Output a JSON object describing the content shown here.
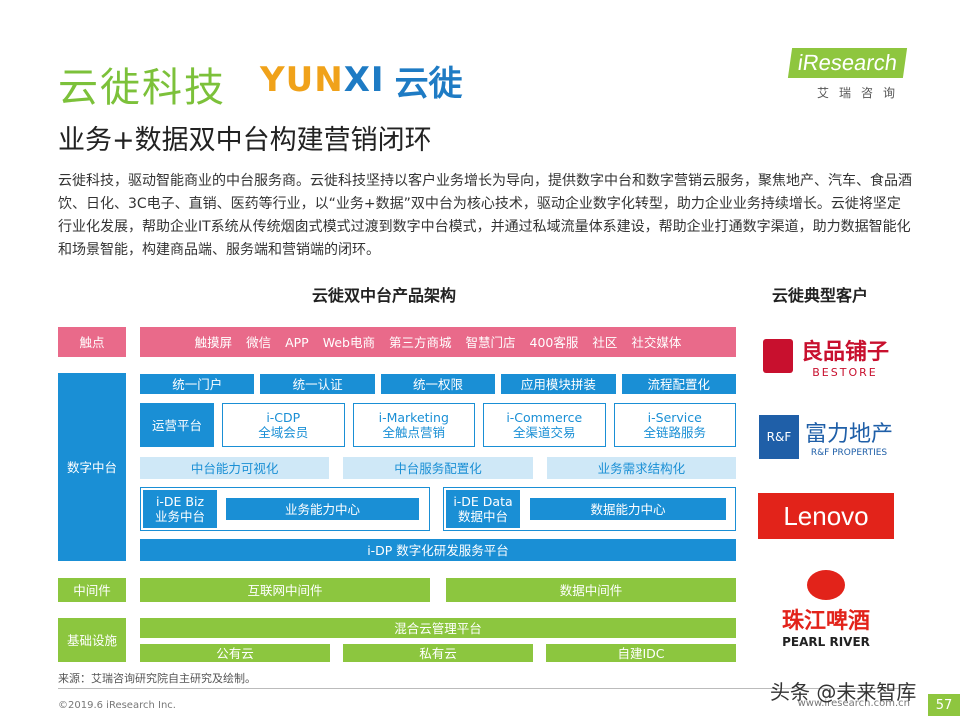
{
  "header": {
    "company": "云徙科技",
    "brand_latin_a": "YUN",
    "brand_latin_b": "XI",
    "brand_cjk": "云徙",
    "ires_logo": "iResearch",
    "ires_sub": "艾瑞咨询",
    "subtitle": "业务+数据双中台构建营销闭环"
  },
  "intro": "云徙科技，驱动智能商业的中台服务商。云徙科技坚持以客户业务增长为导向，提供数字中台和数字营销云服务，聚焦地产、汽车、食品酒饮、日化、3C电子、直销、医药等行业，以“业务+数据”双中台为核心技术，驱动企业数字化转型，助力企业业务持续增长。云徙将坚定行业化发展，帮助企业IT系统从传统烟囱式模式过渡到数字中台模式，并通过私域流量体系建设，帮助企业打通数字渠道，助力数据智能化和场景智能，构建商品端、服务端和营销端的闭环。",
  "arch": {
    "title": "云徙双中台产品架构",
    "touch_label": "触点",
    "touch_items": [
      "触摸屏",
      "微信",
      "APP",
      "Web电商",
      "第三方商城",
      "智慧门店",
      "400客服",
      "社区",
      "社交媒体"
    ],
    "digital_label": "数字中台",
    "unified": [
      "统一门户",
      "统一认证",
      "统一权限",
      "应用模块拼装",
      "流程配置化"
    ],
    "ops_platform": "运营平台",
    "services": [
      {
        "name": "i-CDP",
        "desc": "全域会员"
      },
      {
        "name": "i-Marketing",
        "desc": "全触点营销"
      },
      {
        "name": "i-Commerce",
        "desc": "全渠道交易"
      },
      {
        "name": "i-Service",
        "desc": "全链路服务"
      }
    ],
    "capabilities": [
      "中台能力可视化",
      "中台服务配置化",
      "业务需求结构化"
    ],
    "biz_name": "i-DE Biz",
    "biz_desc": "业务中台",
    "biz_center": "业务能力中心",
    "data_name": "i-DE Data",
    "data_desc": "数据中台",
    "data_center": "数据能力中心",
    "idp": "i-DP 数字化研发服务平台",
    "middleware_label": "中间件",
    "middleware": [
      "互联网中间件",
      "数据中间件"
    ],
    "infra_label": "基础设施",
    "hybrid": "混合云管理平台",
    "clouds": [
      "公有云",
      "私有云",
      "自建IDC"
    ]
  },
  "customers": {
    "title": "云徙典型客户",
    "bestore_cn": "良品铺子",
    "bestore_en": "BESTORE",
    "rf_badge": "R&F",
    "rf_cn": "富力地产",
    "rf_en": "R&F PROPERTIES",
    "lenovo": "Lenovo",
    "pearl_cn": "珠江啤酒",
    "pearl_en": "PEARL RIVER"
  },
  "footer": {
    "source": "来源：艾瑞咨询研究院自主研究及绘制。",
    "copyright": "©2019.6 iResearch Inc.",
    "url": "www.iresearch.com.cn",
    "page": "57",
    "watermark": "头条 @未来智库"
  },
  "colors": {
    "green": "#8cc63f",
    "blue": "#1a8fd5",
    "pink": "#e96a8a"
  }
}
